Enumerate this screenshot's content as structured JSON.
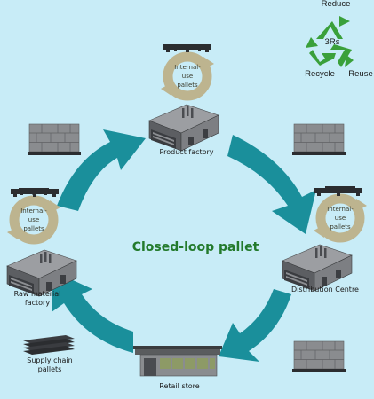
{
  "title": "Closed-loop pallet",
  "recycle_badge": {
    "center": "3Rs",
    "reduce": "Reduce",
    "reuse": "Reuse",
    "recycle": "Recycle",
    "color": "#3aa03a"
  },
  "internal_pallets_label": {
    "line1": "Internal-",
    "line2": "use",
    "line3": "pallets"
  },
  "nodes": {
    "product_factory": "Product factory",
    "distribution_centre": "Distribution Centre",
    "retail_store": "Retail store",
    "raw_material_factory_line1": "Raw material",
    "raw_material_factory_line2": "factory",
    "supply_chain_line1": "Supply chain",
    "supply_chain_line2": "pallets"
  },
  "colors": {
    "background": "#c8ecf7",
    "flow_arrow": "#1a8f9b",
    "title": "#237a2c",
    "loop": "#bdb48f"
  }
}
